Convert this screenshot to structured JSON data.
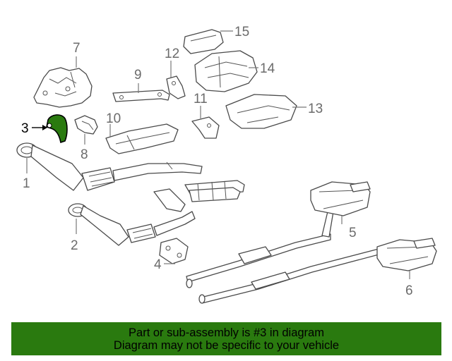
{
  "diagram": {
    "callouts": [
      "1",
      "2",
      "3",
      "4",
      "5",
      "6",
      "7",
      "8",
      "9",
      "10",
      "11",
      "12",
      "13",
      "14",
      "15"
    ],
    "highlight_color": "#2a7a0f"
  },
  "banner": {
    "line1": "Part or sub-assembly is #3 in diagram",
    "line2": "Diagram may not be specific to your vehicle",
    "color": "#2a7a0f"
  }
}
